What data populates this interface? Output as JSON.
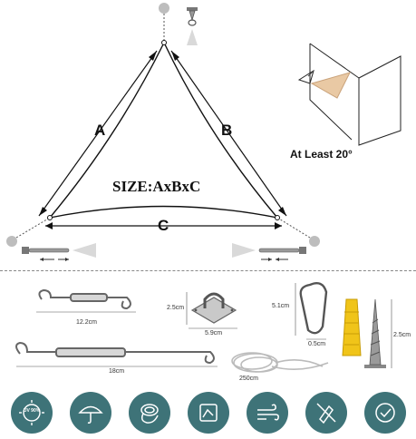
{
  "title": "SIZE:AxBxC",
  "sides": {
    "a": "A",
    "b": "B",
    "c": "C"
  },
  "angle_note": "At Least 20°",
  "dimensions": {
    "turnbuckle_small": "12.2cm",
    "turnbuckle_large": "18cm",
    "pad_eye_height": "2.5cm",
    "pad_eye_width": "5.9cm",
    "carabiner_length": "5.1cm",
    "carabiner_thickness": "0.5cm",
    "rope_length": "250cm",
    "screw_length": "2.5cm"
  },
  "icons": [
    {
      "name": "uv-protection-icon",
      "text": "UV 90%"
    },
    {
      "name": "umbrella-icon",
      "text": ""
    },
    {
      "name": "rope-icon",
      "text": ""
    },
    {
      "name": "shield-icon",
      "text": ""
    },
    {
      "name": "windy-icon",
      "text": ""
    },
    {
      "name": "no-rust-icon",
      "text": ""
    },
    {
      "name": "quality-badge-icon",
      "text": ""
    }
  ],
  "colors": {
    "icon_bg": "#3e7378",
    "accent_yellow": "#f0c419",
    "shade": "#e9c9a4"
  }
}
